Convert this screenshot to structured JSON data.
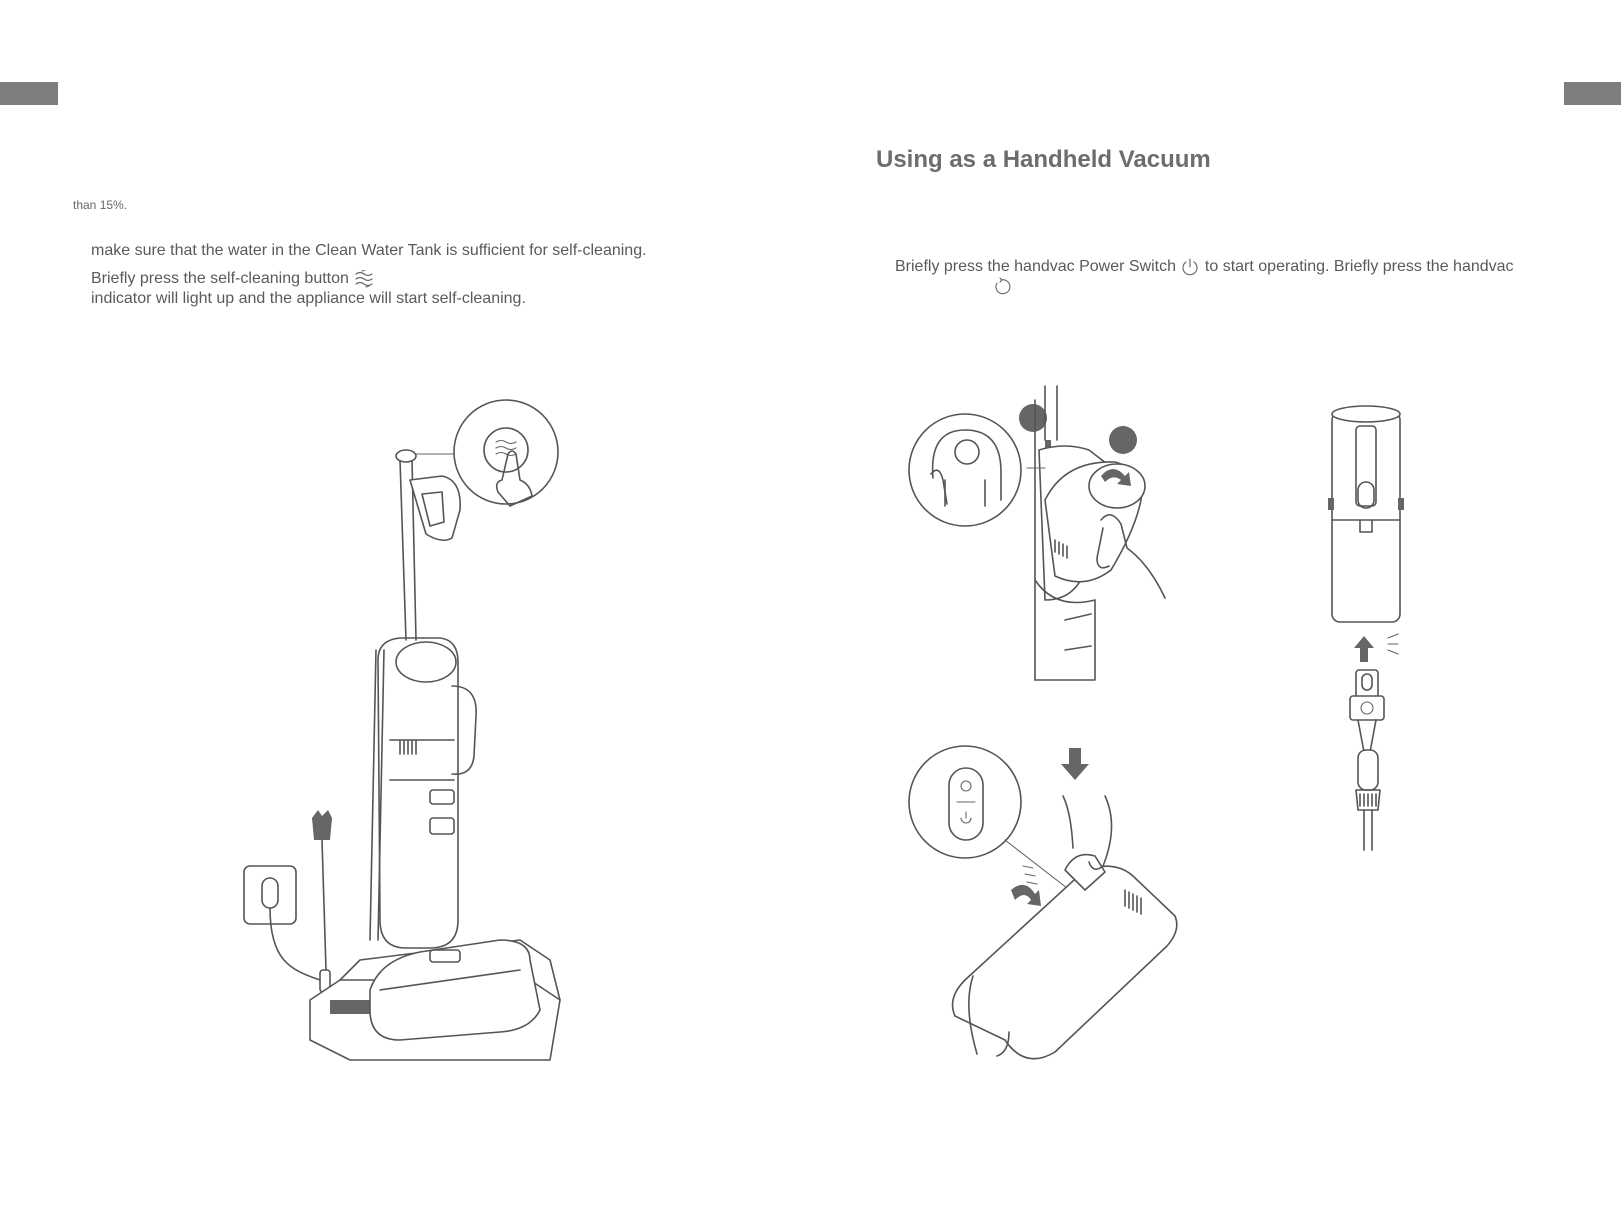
{
  "left_page": {
    "note": "than 15%.",
    "line1": "make sure that the water in the Clean Water Tank is sufficient for self-cleaning.",
    "line2": "Briefly press the self-cleaning button",
    "line3": "indicator will light up and the appliance will start self-cleaning."
  },
  "right_page": {
    "heading": "Using as a Handheld Vacuum",
    "line1_a": "Briefly press the handvac Power Switch",
    "line1_b": "to start operating. Briefly press the handvac"
  }
}
